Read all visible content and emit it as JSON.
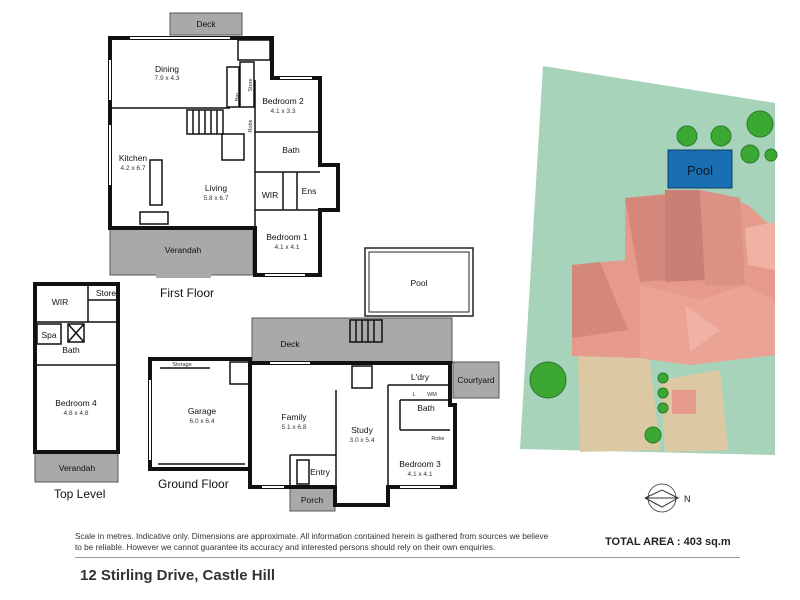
{
  "address": "12 Stirling Drive, Castle Hill",
  "total_area": "TOTAL AREA : 403 sq.m",
  "disclaimer": "Scale in metres. Indicative only. Dimensions are approximate. All information contained herein is gathered from sources we believe to be reliable. However we cannot guarantee its accuracy and interested persons should rely on their own enquiries.",
  "compass": "N",
  "colors": {
    "lawn": "#a6d3b9",
    "pool": "#1a6fb3",
    "roof": "#e59a8c",
    "driveway": "#dcc9a3",
    "veranda": "#a9a9a9"
  },
  "levels": {
    "first_floor": {
      "title": "First Floor",
      "rooms": {
        "deck": "Deck",
        "dining": {
          "name": "Dining",
          "dim": "7.9 x 4.3"
        },
        "bar": "Bar",
        "store": "Store",
        "bedroom2": {
          "name": "Bedroom 2",
          "dim": "4.1 x 3.3"
        },
        "robe": "Robe",
        "bath": "Bath",
        "kitchen": {
          "name": "Kitchen",
          "dim": "4.2 x 6.7"
        },
        "living": {
          "name": "Living",
          "dim": "5.8 x 6.7"
        },
        "wir": "WIR",
        "ens": "Ens",
        "bedroom1": {
          "name": "Bedroom 1",
          "dim": "4.1 x 4.1"
        },
        "verandah": "Verandah"
      }
    },
    "top_level": {
      "title": "Top Level",
      "rooms": {
        "wir": "WIR",
        "store": "Store",
        "spa": "Spa",
        "bath": "Bath",
        "bedroom4": {
          "name": "Bedroom 4",
          "dim": "4.8 x 4.8"
        },
        "verandah": "Verandah"
      }
    },
    "ground_floor": {
      "title": "Ground Floor",
      "rooms": {
        "pool": "Pool",
        "deck": "Deck",
        "storage": "Storage",
        "garage": {
          "name": "Garage",
          "dim": "6.0 x 6.4"
        },
        "family": {
          "name": "Family",
          "dim": "5.1 x 6.8"
        },
        "entry": "Entry",
        "porch": "Porch",
        "study": {
          "name": "Study",
          "dim": "3.0 x 5.4"
        },
        "laundry": "L'dry",
        "courtyard": "Courtyard",
        "bath": "Bath",
        "l": "L",
        "wm": "WM",
        "robe": "Robe",
        "bedroom3": {
          "name": "Bedroom 3",
          "dim": "4.1 x 4.1"
        }
      }
    }
  },
  "site": {
    "pool_label": "Pool"
  }
}
